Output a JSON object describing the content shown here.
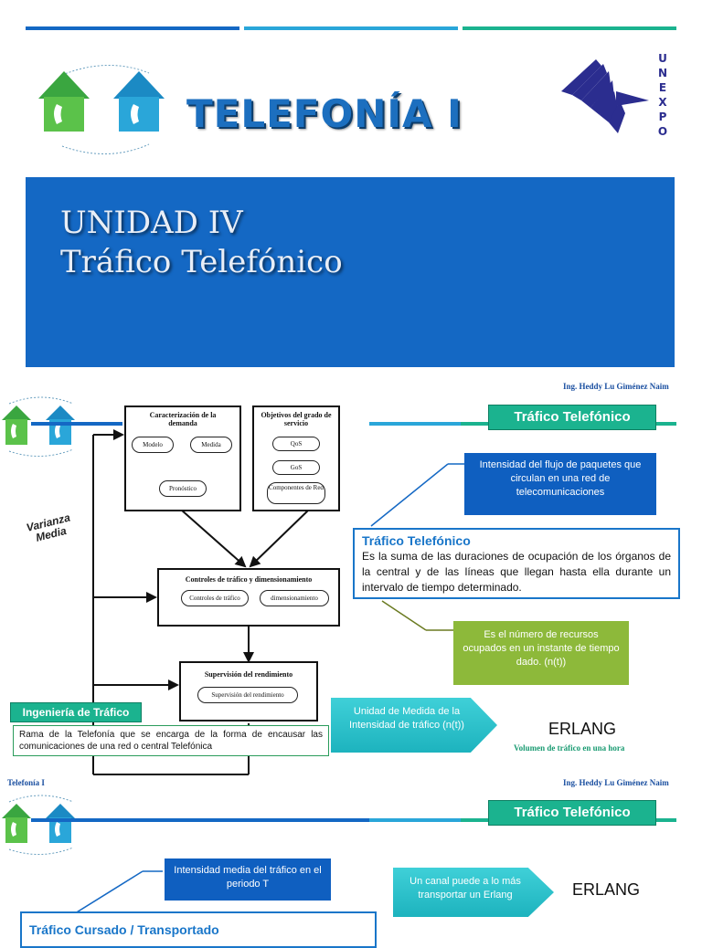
{
  "header": {
    "title": "TELEFONÍA I",
    "logo_letters": [
      "U",
      "N",
      "E",
      "X",
      "P",
      "O"
    ],
    "colors": {
      "blue": "#1468c4",
      "cyan": "#2aa6d9",
      "green": "#1bb38f"
    }
  },
  "banner": {
    "line1": "UNIDAD IV",
    "line2": "Tráfico Telefónico"
  },
  "slide2": {
    "credit": "Ing. Heddy Lu Giménez Naim",
    "section_badge": "Tráfico Telefónico",
    "diagram": {
      "box1_title": "Caracterización de la demanda",
      "box1_pills": [
        "Modelo",
        "Medida",
        "Pronóstico"
      ],
      "box2_title": "Objetivos del grado de servicio",
      "box2_pills": [
        "QoS",
        "GoS",
        "Componentes de Red"
      ],
      "box3_title": "Controles de tráfico y dimensionamiento",
      "box3_pills": [
        "Controles de tráfico",
        "dimensionamiento"
      ],
      "box4_title": "Supervisión del rendimiento",
      "box4_pills": [
        "Supervisión del rendimiento"
      ],
      "side_label_1": "Varianza",
      "side_label_2": "Media"
    },
    "blue_note": "Intensidad del flujo de paquetes que circulan en una red de telecomunicaciones",
    "definition_title": "Tráfico Telefónico",
    "definition_text": "Es la suma de las duraciones de ocupación de los órganos de la central y de las líneas que llegan hasta ella durante un intervalo de tiempo determinado.",
    "olive_note": "Es el número de recursos ocupados en un instante de tiempo dado. (n(t))",
    "ingenieria_badge": "Ingeniería de Tráfico",
    "ingenieria_text": "Rama de la Telefonía que se encarga de la forma de encausar las comunicaciones de una red o central Telefónica",
    "unit_arrow": "Unidad de Medida de la Intensidad de tráfico (n(t))",
    "erlang": "ERLANG",
    "erlang_note": "Volumen de tráfico en una hora",
    "footer_left": "Telefonía I",
    "footer_right": "Ing. Heddy Lu Giménez Naim"
  },
  "slide3": {
    "section_badge": "Tráfico Telefónico",
    "blue_note": "Intensidad media del tráfico en el periodo T",
    "channel_arrow": "Un canal puede a lo más transportar un Erlang",
    "erlang": "ERLANG",
    "definition_title": "Tráfico Cursado / Transportado"
  }
}
